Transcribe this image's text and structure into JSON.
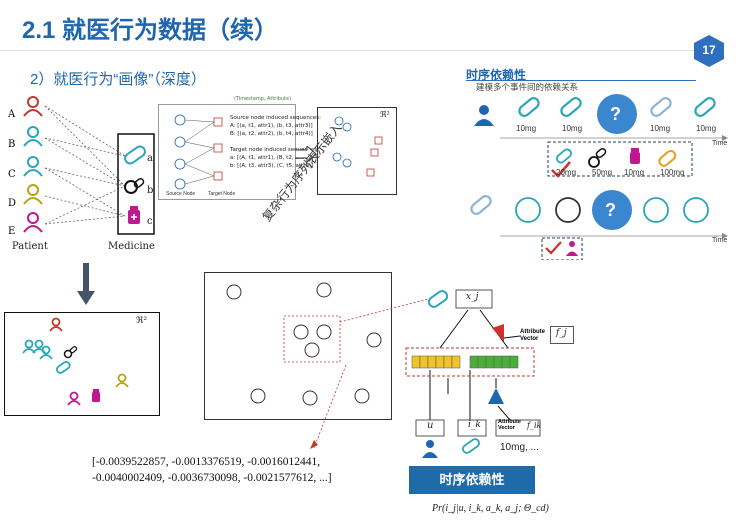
{
  "slide": {
    "title": "2.1 就医行为数据（续）",
    "page_number": "17",
    "subtitle": "2）就医行为“画像”（深度）"
  },
  "bipartite": {
    "patient_labels": [
      "A",
      "B",
      "C",
      "D",
      "E"
    ],
    "patient_caption": "Patient",
    "medicine_labels": [
      "a",
      "b",
      "c"
    ],
    "medicine_caption": "Medicine"
  },
  "embedding_space_label": "ℜ²",
  "sequence_panel": {
    "header": "(Timestamp, Attribute)",
    "source_header": "Source node induced sequences:",
    "source_lines": [
      "A: [(a, t1, attr1), (b, t3, attr3)]",
      "B: [(a, t2, attr2), (b, t4, attr4)]"
    ],
    "target_header": "Target node induced sequences:",
    "target_lines": [
      "a: [(A, t1, attr1), (B, t2, attr2)]",
      "b: [(A, t3, attr3), (C, t5, attr5)]"
    ],
    "source_caption": "Source Node",
    "target_caption": "Target Node"
  },
  "rotated_label": "复杂行为序列表示嵌入",
  "embedding_vector": "[-0.0039522857, -0.0013376519, -0.0016012441, -0.0040002409, -0.0036730098, -0.0021577612, ...]",
  "temporal": {
    "title": "时序依赖性",
    "description": "建模多个事件间的依赖关系",
    "dose_labels": [
      "10mg",
      "10mg",
      "10mg",
      "10mg"
    ],
    "time_label": "Time",
    "bracket_doses": [
      "20mg",
      "50mg",
      "10mg",
      "100mg"
    ],
    "question_mark": "?",
    "time_label_2": "Time"
  },
  "model": {
    "top_node": "x_j",
    "attr_top": "Attribute Vector",
    "f_j": "f_j",
    "u": "u",
    "i_k": "i_k",
    "attr_bottom": "Attribute Vector",
    "f_ik": "f_ik",
    "dose_example": "10mg, ..."
  },
  "dependency_button": "时序依赖性",
  "formula": "Pr(i_j|u, i_k, a_k, a_j; Θ_cd)",
  "colors": {
    "title_blue": "#1f66b0",
    "patient_red": "#c0392b",
    "teal": "#2aa6b8",
    "olive": "#b5a515",
    "magenta": "#c2188f",
    "orange": "#e5a01c",
    "green": "#4cae3a",
    "red_check": "#d0312d"
  }
}
